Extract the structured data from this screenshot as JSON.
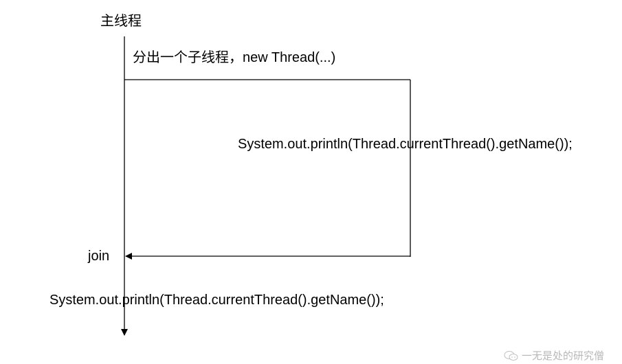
{
  "labels": {
    "main_thread": "主线程",
    "fork": "分出一个子线程，new Thread(...)",
    "child_print": "System.out.println(Thread.currentThread().getName());",
    "join": "join",
    "main_print": "System.out.println(Thread.currentThread().getName());"
  },
  "watermark": {
    "text": "一无是处的研究僧",
    "icon": "wechat-icon"
  },
  "colors": {
    "line": "#000000",
    "watermark": "#b8b8b8"
  }
}
